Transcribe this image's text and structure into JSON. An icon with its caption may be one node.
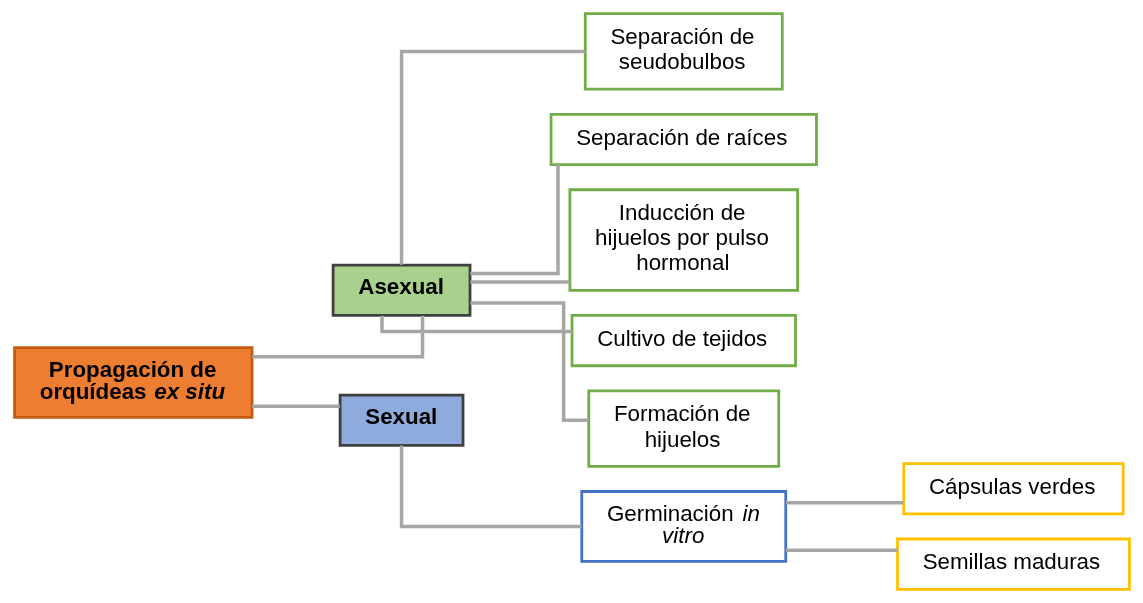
{
  "diagram": {
    "nodes": [
      {
        "text": [
          "Propagación de orquídeas *ex situ*"
        ]
      },
      {
        "text": [
          "Asexual"
        ]
      },
      {
        "text": [
          "Sexual"
        ]
      },
      {
        "text": [
          "Separación de seudobulbos"
        ]
      },
      {
        "text": [
          "Separación de raíces"
        ]
      },
      {
        "text": [
          "Inducción de hijuelos por pulso hormonal"
        ]
      },
      {
        "text": [
          "Cultivo de tejidos"
        ]
      },
      {
        "text": [
          "Formación de hijuelos"
        ]
      },
      {
        "text": [
          "Germinación *in vitro*"
        ]
      },
      {
        "text": [
          "Cápsulas verdes"
        ]
      },
      {
        "text": [
          "Semillas maduras"
        ]
      }
    ],
    "edges": [
      {
        "from": 0,
        "to": 1,
        "arrow": "none"
      },
      {
        "from": 0,
        "to": 2,
        "arrow": "none"
      },
      {
        "from": 1,
        "to": 3,
        "arrow": "none"
      },
      {
        "from": 1,
        "to": 4,
        "arrow": "none"
      },
      {
        "from": 1,
        "to": 5,
        "arrow": "none"
      },
      {
        "from": 1,
        "to": 6,
        "arrow": "none"
      },
      {
        "from": 1,
        "to": 7,
        "arrow": "none"
      },
      {
        "from": 2,
        "to": 8,
        "arrow": "none"
      },
      {
        "from": 8,
        "to": 9,
        "arrow": "none"
      },
      {
        "from": 8,
        "to": 10,
        "arrow": "none"
      }
    ]
  }
}
